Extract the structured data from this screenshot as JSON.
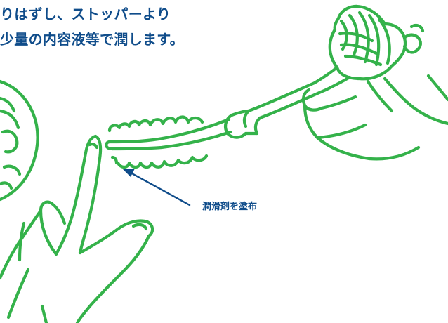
{
  "instruction": {
    "line_1": "りはずし、ストッパーより",
    "line_2": "少量の内容液等で潤します。"
  },
  "callout": {
    "label": "潤滑剤を塗布"
  },
  "colors": {
    "illustration_green": "#34b24a",
    "text_blue": "#0f4c8a",
    "background": "#ffffff"
  }
}
